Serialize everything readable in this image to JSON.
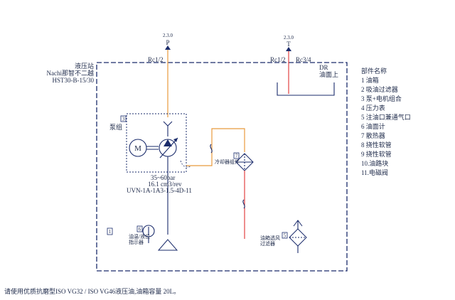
{
  "ports": {
    "p_pressure": "2.3.0",
    "p_label": "P",
    "t_pressure": "2.3.0",
    "t_label": "T",
    "p_thread": "Rc1/2",
    "t_thread_1": "Rc1/2",
    "t_thread_2": "Rc3/4"
  },
  "station": {
    "line1": "液压站",
    "line2": "Nachi那智不二越",
    "line3": "HST30-B-15/30"
  },
  "dr": {
    "line1": "DR",
    "line2": "油面上"
  },
  "pump": {
    "tag": "3",
    "label": "泵组",
    "motor_symbol": "M",
    "spec1": "35~60bar",
    "spec2": "16.1 cm3/rev",
    "spec3": "UVN-1A-1A3-1.5-4D-11"
  },
  "cooler": {
    "tag": "7",
    "label": "冷却器组件"
  },
  "tank": {
    "tag": "1"
  },
  "gauge": {
    "tag": "6",
    "label1": "油温/液位",
    "label2": "指示器"
  },
  "breather": {
    "tag": "5",
    "label1": "油箱透风",
    "label2": "过滤器"
  },
  "parts": {
    "title": "部件名称",
    "items": [
      "1 油箱",
      "2 吸油过滤器",
      "3 泵+电机组合",
      "4 压力表",
      "5 注油口兼通气口",
      "6 油面计",
      "7 散热器",
      "8 挠性软管",
      "9 挠性软管",
      "10.油路块",
      "11.电磁阀"
    ]
  },
  "footer": {
    "note": "请使用优质抗磨型ISO VG32 / ISO VG46液压油,油箱容量 20L。"
  }
}
